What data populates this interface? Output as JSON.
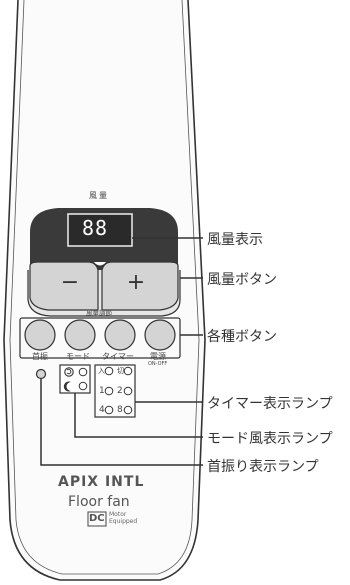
{
  "display": {
    "header_label": "風量",
    "digits": "88",
    "adjust_label": "風量調節"
  },
  "buttons": {
    "minus": "−",
    "plus": "+"
  },
  "function_labels": {
    "swing": "首振",
    "mode": "モード",
    "timer": "タイマー",
    "power": "電源",
    "power_sub": "ON-OFF"
  },
  "timer_indicators": {
    "in": "入",
    "off": "切",
    "one": "1",
    "two": "2",
    "four": "4",
    "eight": "8"
  },
  "brand": {
    "company": "APIX INTL",
    "product": "Floor fan",
    "dc": "DC",
    "motor_line1": "Motor",
    "motor_line2": "Equipped"
  },
  "callouts": {
    "air_volume_display": "風量表示",
    "air_volume_buttons": "風量ボタン",
    "function_buttons": "各種ボタン",
    "timer_display_lamp": "タイマー表示ランプ",
    "mode_display_lamp": "モード風表示ランプ",
    "swing_display_lamp": "首振り表示ランプ"
  },
  "colors": {
    "display_panel": "#3a3a3a",
    "button_fill": "#d4d4d4",
    "line": "#333333",
    "digits": "#ffffff"
  }
}
